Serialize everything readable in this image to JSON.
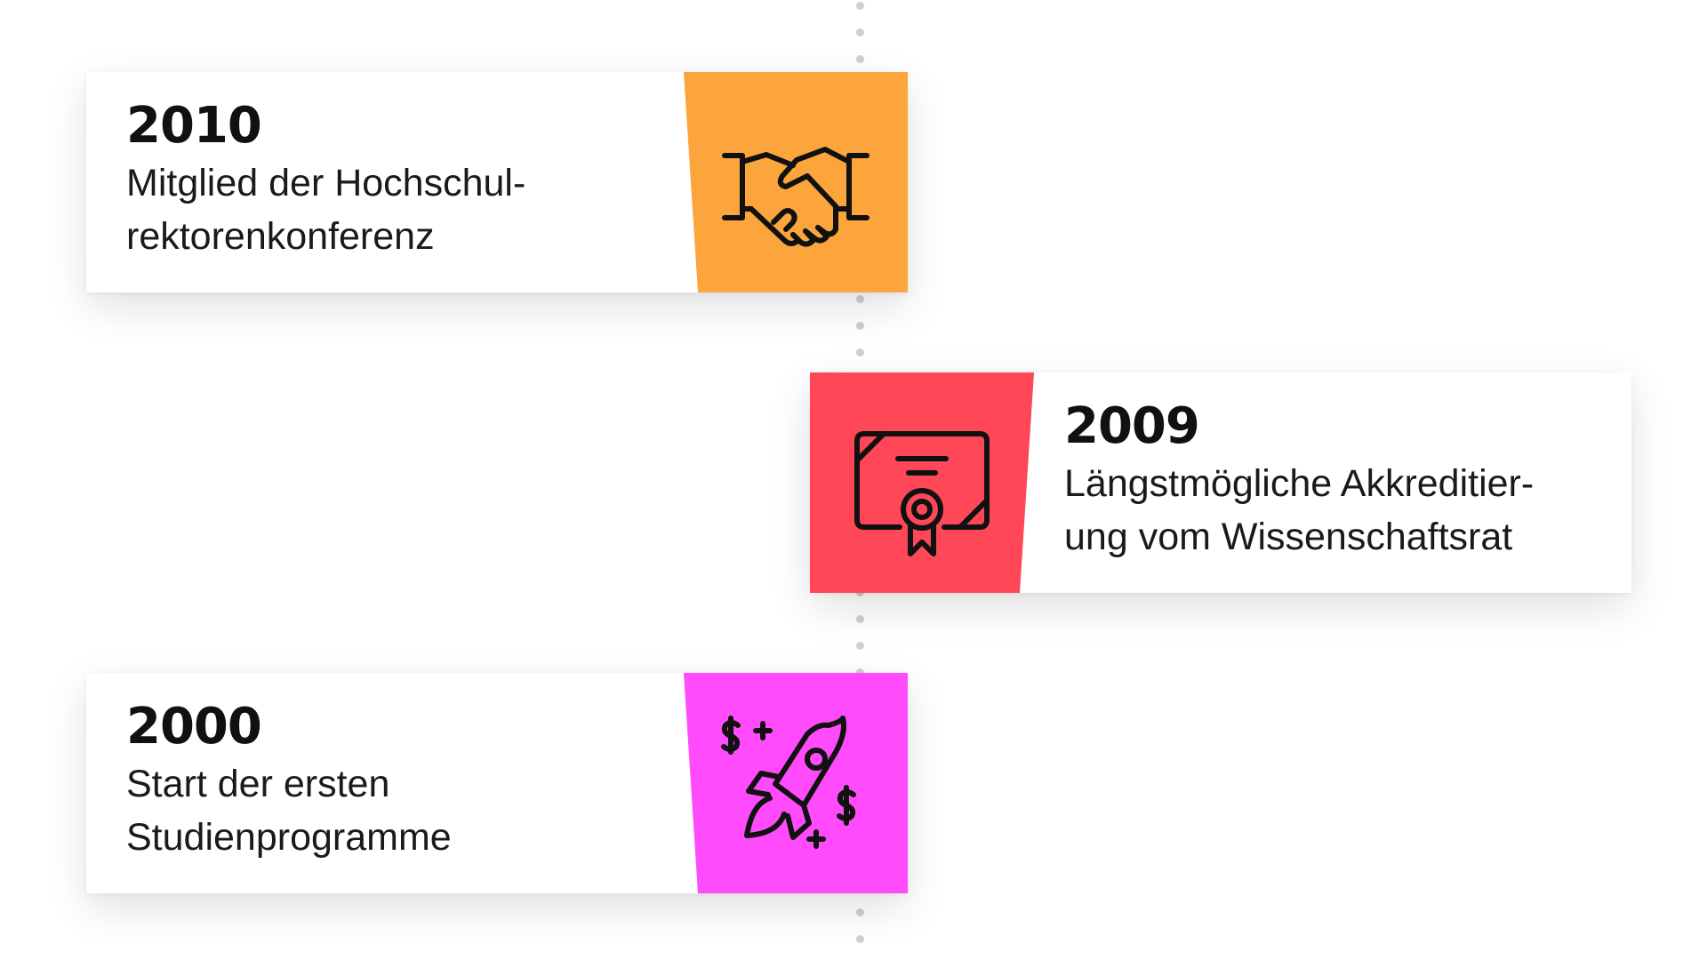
{
  "timeline": {
    "entries": [
      {
        "year": "2010",
        "line1": "Mitglied der Hochschul-",
        "line2": "rektorenkonferenz",
        "icon": "handshake-icon",
        "color": "#FBA53C"
      },
      {
        "year": "2009",
        "line1": "Längstmögliche Akkreditier-",
        "line2": "ung vom Wissenschaftsrat",
        "icon": "certificate-icon",
        "color": "#FF4757"
      },
      {
        "year": "2000",
        "line1": "Start der ersten",
        "line2": "Studienprogramme",
        "icon": "rocket-icon",
        "color": "#FF4BFB"
      }
    ]
  }
}
